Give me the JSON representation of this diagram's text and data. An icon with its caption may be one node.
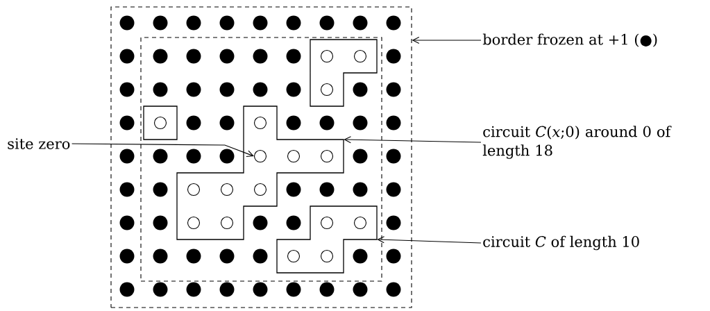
{
  "diagram": {
    "nodes": [
      {
        "text": [],
        "shape": "box"
      },
      {
        "text": [],
        "shape": "box",
        "in": 0
      },
      {
        "text": [],
        "shape": "box",
        "in": 1
      },
      {
        "text": [],
        "shape": "box",
        "in": 1
      },
      {
        "text": [],
        "shape": "box",
        "in": 1
      },
      {
        "text": [],
        "shape": "circle",
        "in": 4
      },
      {
        "text": [],
        "shape": "box",
        "in": 1
      },
      {
        "text": [
          "border frozen at +1 (●)"
        ]
      },
      {
        "text": [
          "site zero"
        ]
      },
      {
        "text": [
          "circuit *C*(*x*;0) around 0 of length 18"
        ]
      },
      {
        "text": [
          "circuit *C* of length 10"
        ]
      }
    ],
    "edges": [
      {
        "from": 7,
        "to": 0,
        "arrow": "to"
      },
      {
        "from": 8,
        "to": 5,
        "arrow": "to"
      },
      {
        "from": 9,
        "to": 4,
        "arrow": "to"
      },
      {
        "from": 10,
        "to": 6,
        "arrow": "to"
      }
    ]
  }
}
